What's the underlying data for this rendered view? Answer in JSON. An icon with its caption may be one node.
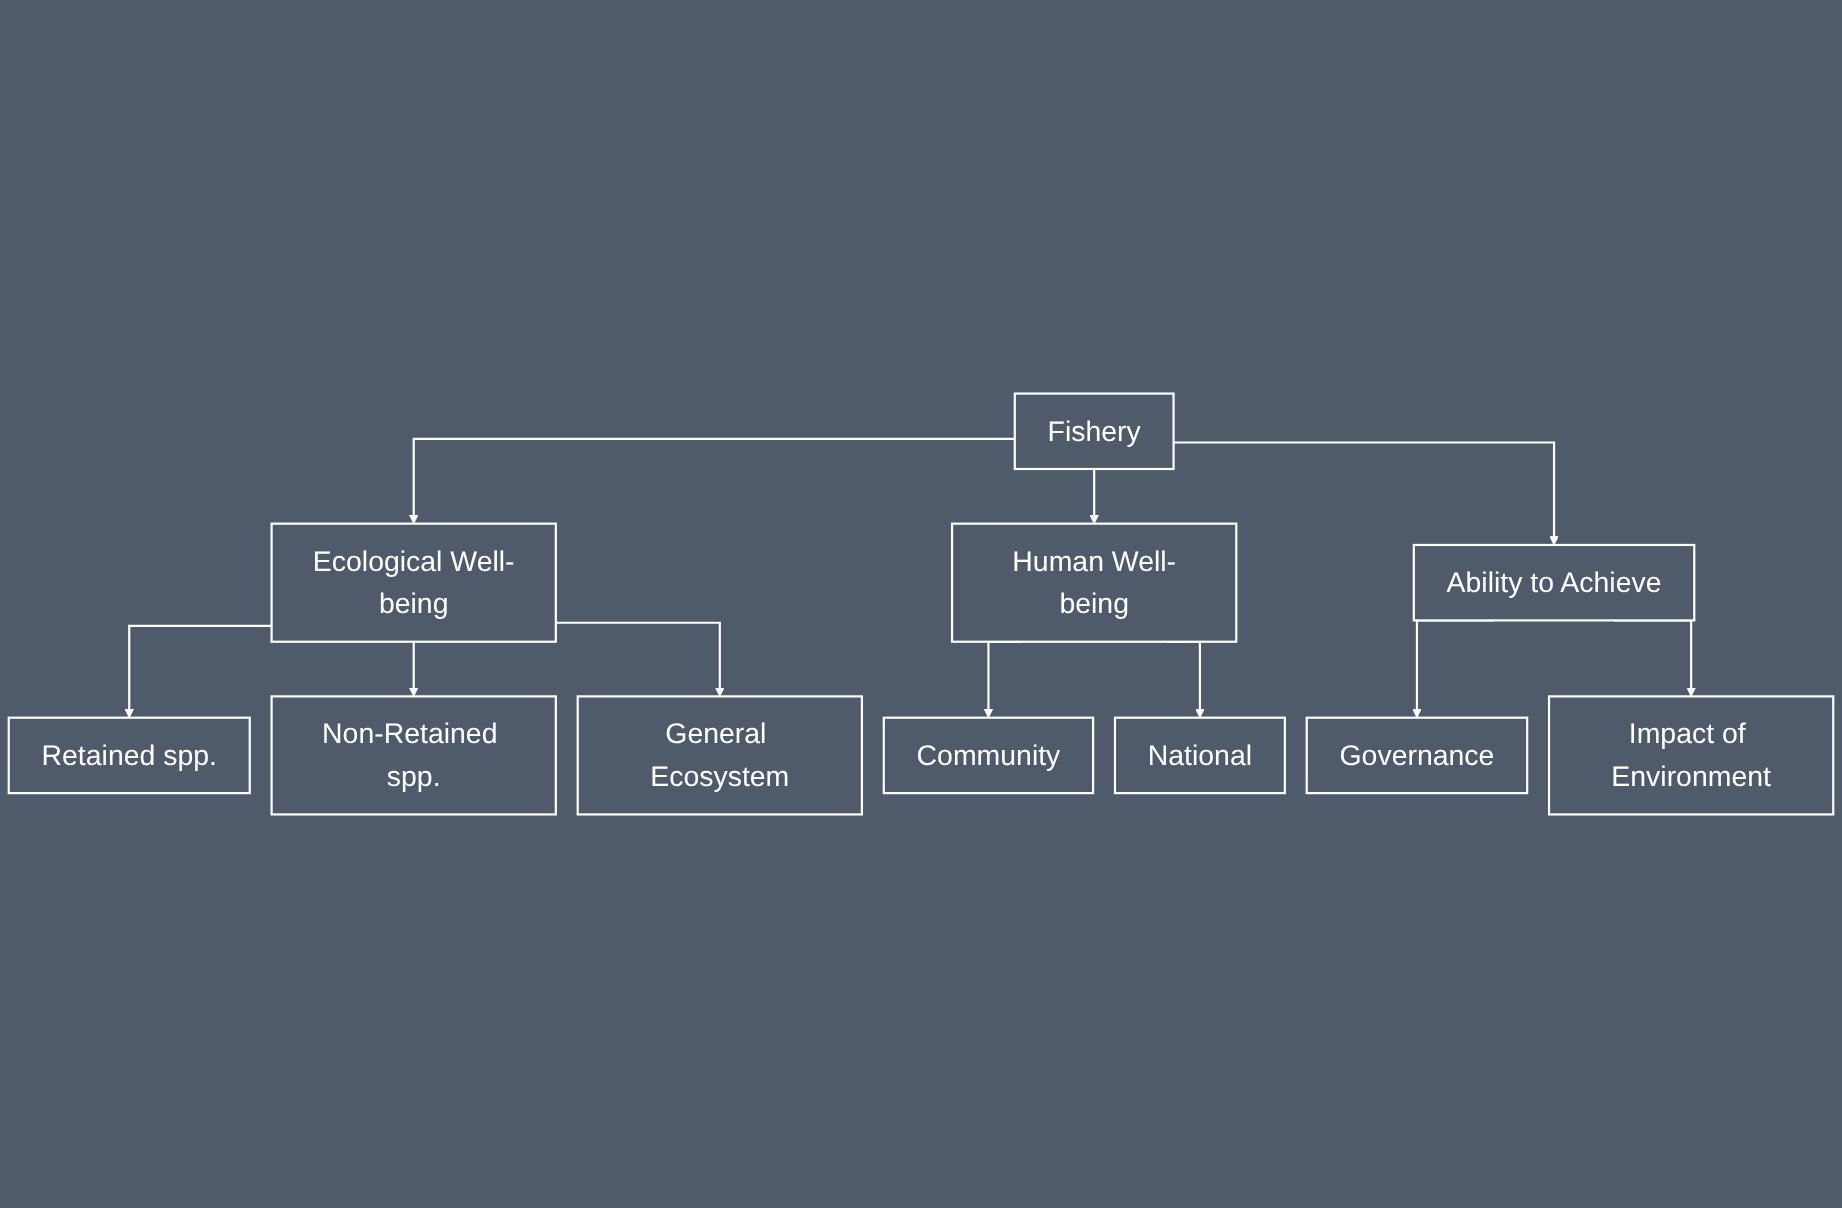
{
  "diagram": {
    "nodes": [
      {
        "text": [
          "Fishery"
        ]
      },
      {
        "text": [
          "Ecological Well-being"
        ]
      },
      {
        "text": [
          "Human Well-being"
        ]
      },
      {
        "text": [
          "Ability to Achieve"
        ]
      },
      {
        "text": [
          "Retained spp."
        ]
      },
      {
        "text": [
          "Non-Retained spp."
        ]
      },
      {
        "text": [
          "General Ecosystem"
        ]
      },
      {
        "text": [
          "Community"
        ]
      },
      {
        "text": [
          "National"
        ]
      },
      {
        "text": [
          "Governance"
        ]
      },
      {
        "text": [
          "Impact of Environment"
        ]
      }
    ],
    "edges": [
      {
        "from": 0,
        "to": 1,
        "arrow": "to"
      },
      {
        "from": 0,
        "to": 2,
        "arrow": "to"
      },
      {
        "from": 0,
        "to": 3,
        "arrow": "to"
      },
      {
        "from": 1,
        "to": 4,
        "arrow": "to"
      },
      {
        "from": 1,
        "to": 5,
        "arrow": "to"
      },
      {
        "from": 1,
        "to": 6,
        "arrow": "to"
      },
      {
        "from": 2,
        "to": 7,
        "arrow": "to"
      },
      {
        "from": 2,
        "to": 8,
        "arrow": "to"
      },
      {
        "from": 3,
        "to": 9,
        "arrow": "to"
      },
      {
        "from": 3,
        "to": 10,
        "arrow": "to"
      }
    ]
  }
}
